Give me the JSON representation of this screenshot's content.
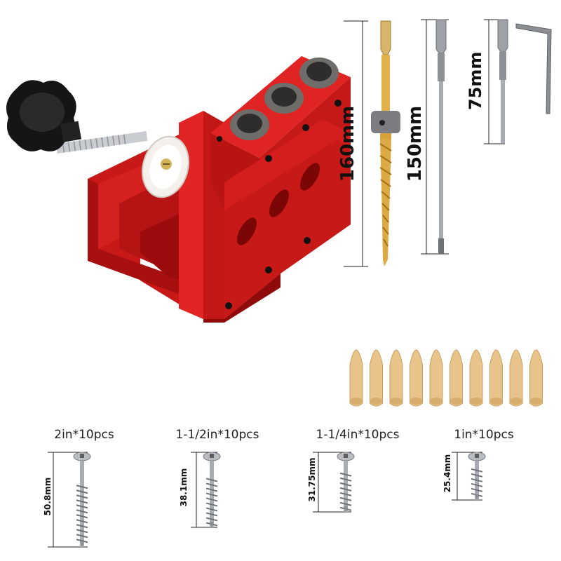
{
  "product": {
    "bit_lengths": {
      "drill_bit": "160mm",
      "long_driver": "150mm",
      "short_driver": "75mm"
    },
    "screws": [
      {
        "label": "2in*10pcs",
        "length": "50.8mm"
      },
      {
        "label": "1-1/2in*10pcs",
        "length": "38.1mm"
      },
      {
        "label": "1-1/4in*10pcs",
        "length": "31.75mm"
      },
      {
        "label": "1in*10pcs",
        "length": "25.4mm"
      }
    ],
    "dowel_count": 10
  },
  "colors": {
    "jig_red": "#d81e1e",
    "jig_dark_red": "#9e0c0c",
    "gold_bit": "#d9a441",
    "steel": "#9a9ea3",
    "wood": "#e8c48a",
    "knob": "#1a1a1a"
  }
}
